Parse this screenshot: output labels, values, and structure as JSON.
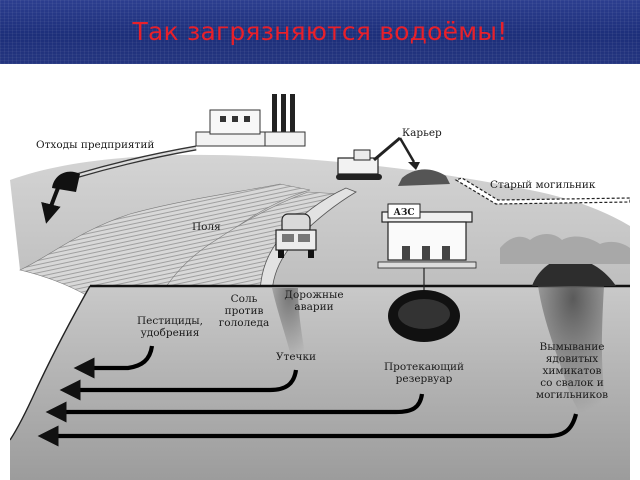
{
  "title": "Так загрязняются водоёмы!",
  "colors": {
    "title": "#e8202a",
    "banner": "#23367f"
  },
  "labels": {
    "waste": "Отходы предприятий",
    "quarry": "Карьер",
    "old_burial": "Старый могильник",
    "fields": "Поля",
    "salt": [
      "Соль",
      "против",
      "гололеда"
    ],
    "accidents": [
      "Дорожные",
      "аварии"
    ],
    "pesticides": [
      "Пестициды,",
      "удобрения"
    ],
    "leaks": "Утечки",
    "leaking_tank": [
      "Протекающий",
      "резервуар"
    ],
    "leaching": [
      "Вымывание",
      "ядовитых",
      "химикатов",
      "со свалок и",
      "могильников"
    ],
    "station_sign": "АЗС"
  }
}
